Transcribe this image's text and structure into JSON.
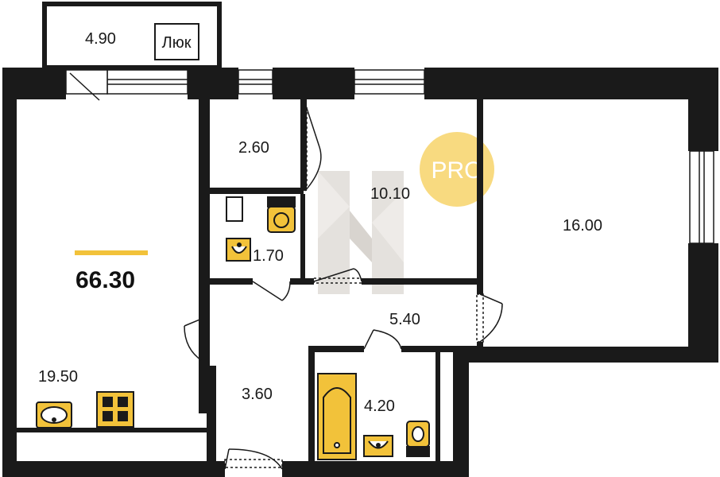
{
  "plan": {
    "total_area": "66.30",
    "badge": "PRO",
    "hatch_label": "Люк",
    "rooms": {
      "balcony": "4.90",
      "living_room": "19.50",
      "pantry": "2.60",
      "wc": "1.70",
      "kitchen": "10.10",
      "bedroom": "16.00",
      "corridor": "5.40",
      "hallway": "3.60",
      "bathroom": "4.20"
    },
    "colors": {
      "wall": "#1a1a1a",
      "fixture": "#f2c23a",
      "accent_bar": "#f2c23a",
      "pro_badge": "#f7d46a",
      "watermark": "#d8d4cf"
    },
    "icons": [
      "door-swing-icon",
      "window-icon",
      "sink-icon",
      "toilet-icon",
      "bathtub-icon",
      "stove-icon",
      "shower-icon"
    ]
  }
}
